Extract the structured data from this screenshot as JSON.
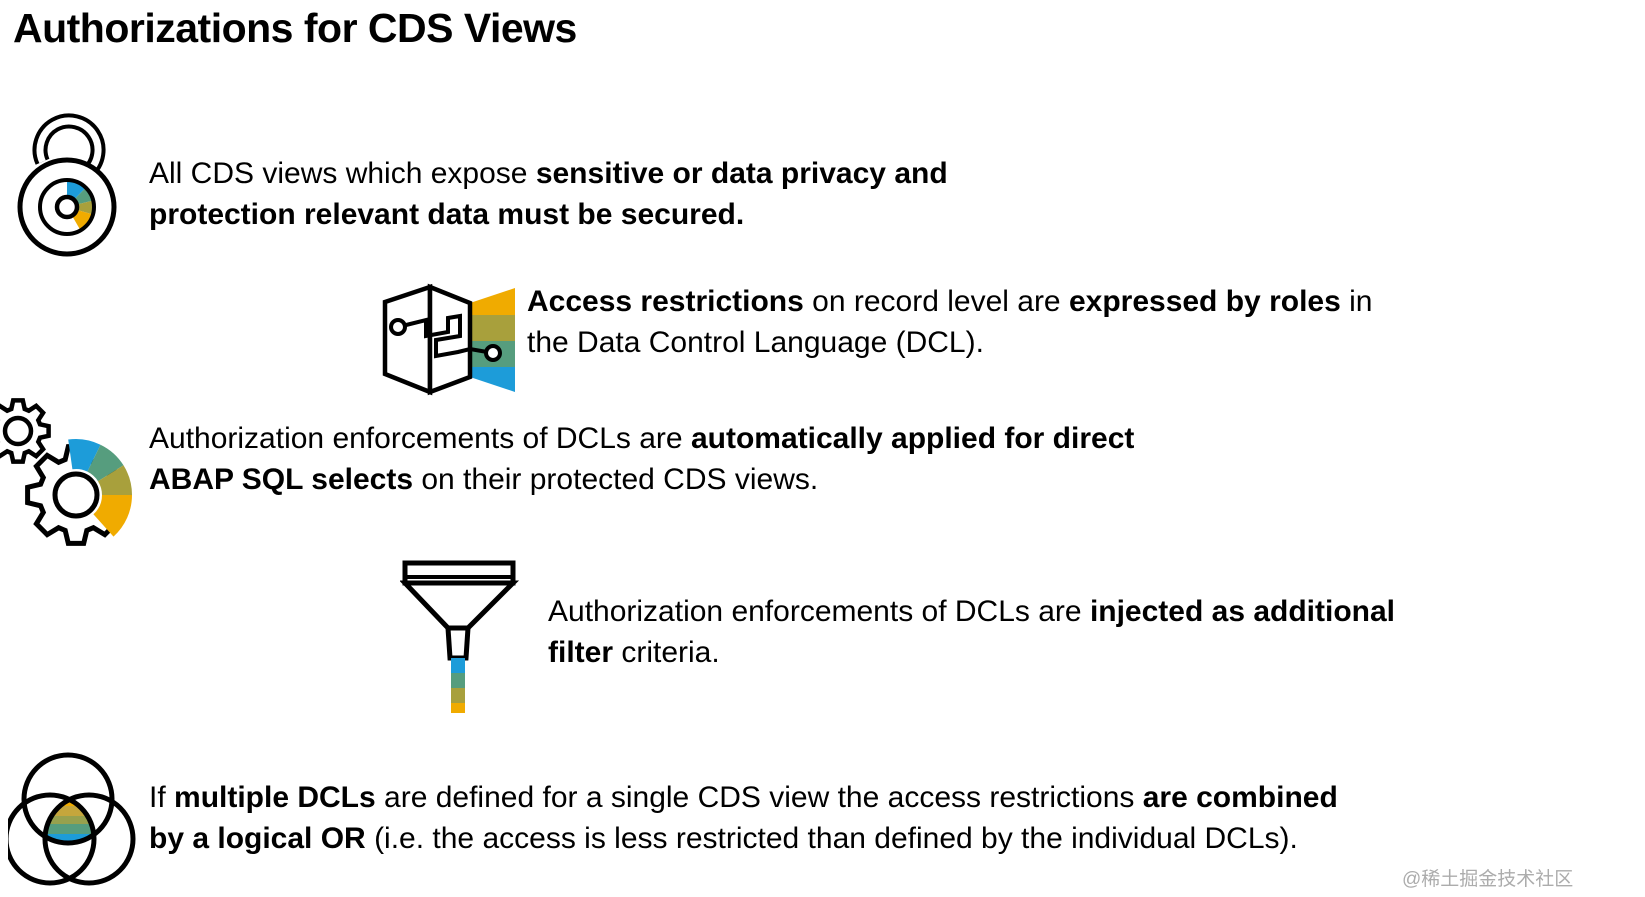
{
  "title": "Authorizations for CDS Views",
  "watermark": "@稀土掘金技术社区",
  "palette": {
    "gold": "#F0AB00",
    "olive": "#A8A03C",
    "teal": "#569D7E",
    "blue": "#1D9CD9",
    "olive_gold": "#C5A63C",
    "olive_green": "#97A14E",
    "ink": "#000000",
    "watermark_gray": "#ACACAC"
  },
  "sections": [
    {
      "icon": "lock-icon",
      "lines": [
        [
          "All CDS views which expose ",
          "sensitive or data privacy and"
        ],
        [
          "protection relevant data must be secured."
        ]
      ]
    },
    {
      "icon": "map-icon",
      "lines": [
        [
          "Access restrictions",
          " on record level are ",
          "expressed by roles",
          " in"
        ],
        [
          "the Data Control Language (DCL)."
        ]
      ]
    },
    {
      "icon": "gears-icon",
      "lines": [
        [
          "Authorization enforcements of DCLs are ",
          "automatically applied for direct"
        ],
        [
          "ABAP SQL selects",
          " on their protected CDS views."
        ]
      ]
    },
    {
      "icon": "funnel-icon",
      "lines": [
        [
          "Authorization enforcements of DCLs are ",
          "injected as additional"
        ],
        [
          "filter",
          " criteria."
        ]
      ]
    },
    {
      "icon": "venn-diagram-icon",
      "lines": [
        [
          "If ",
          "multiple DCLs",
          " are defined for a single CDS view the access restrictions ",
          "are combined"
        ],
        [
          "by a logical OR",
          " (i.e. the access is less restricted than defined by the individual DCLs)."
        ]
      ]
    }
  ]
}
